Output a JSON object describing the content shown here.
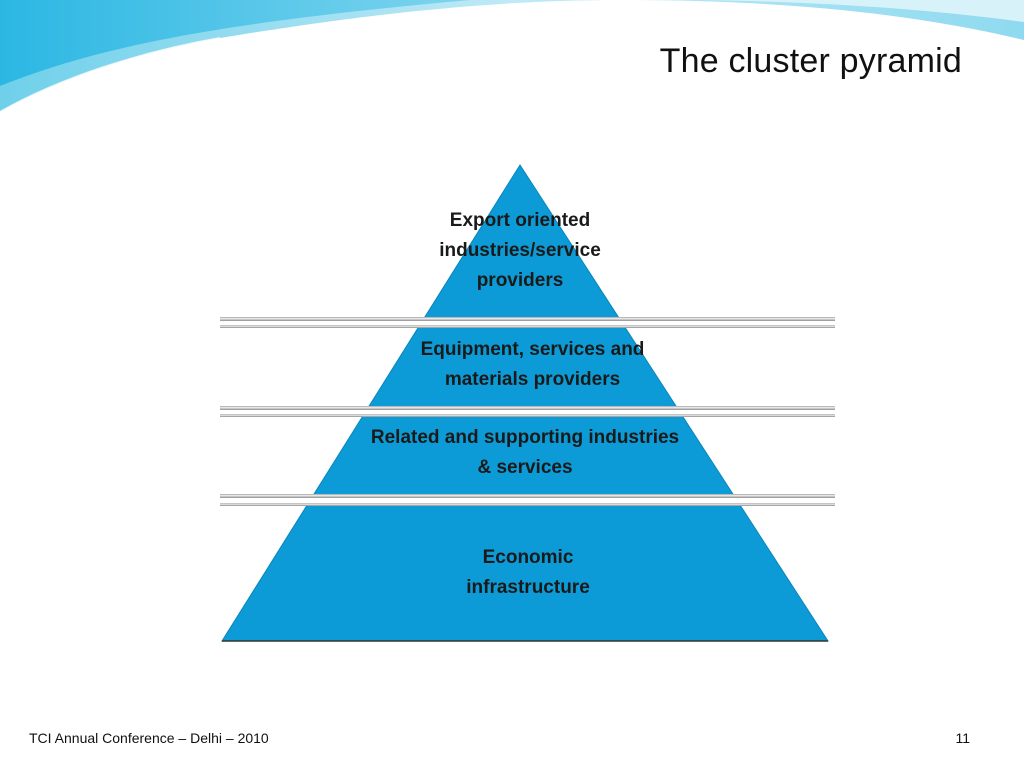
{
  "slide": {
    "title": "The cluster pyramid",
    "footer": "TCI Annual Conference – Delhi – 2010",
    "page_number": "11"
  },
  "pyramid": {
    "fill_color": "#0c9bd6",
    "tiers": [
      {
        "line1": "Export oriented",
        "line2": "industries/service",
        "line3": "providers"
      },
      {
        "line1": "Equipment, services and",
        "line2": "materials providers"
      },
      {
        "line1": "Related and supporting industries",
        "line2": "& services"
      },
      {
        "line1": "Economic",
        "line2": "infrastructure"
      }
    ]
  }
}
